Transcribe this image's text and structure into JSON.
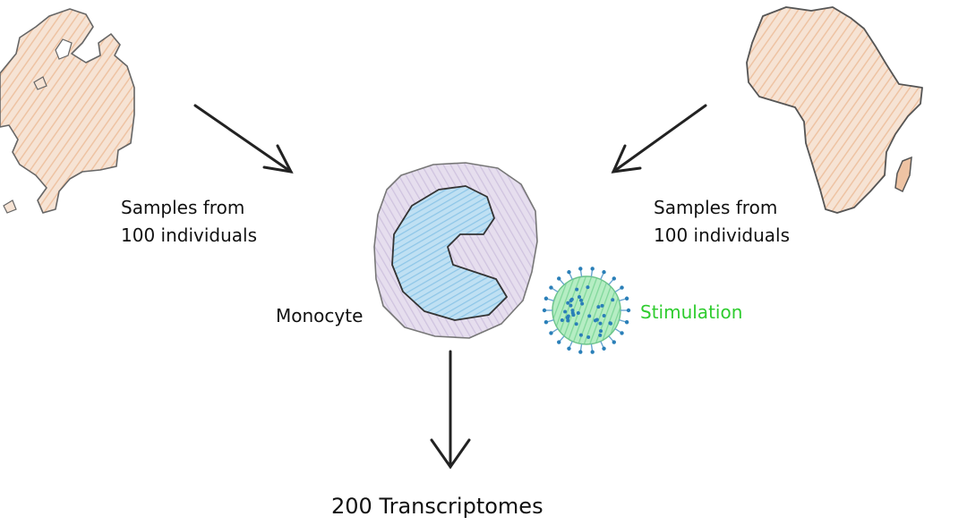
{
  "left_source": {
    "icon": "europe-map-icon",
    "caption_line1": "Samples from",
    "caption_line2": "100 individuals"
  },
  "right_source": {
    "icon": "africa-map-icon",
    "caption_line1": "Samples from",
    "caption_line2": "100 individuals"
  },
  "cell": {
    "icon": "monocyte-icon",
    "label": "Monocyte"
  },
  "stimulus": {
    "icon": "virus-icon",
    "label": "Stimulation"
  },
  "result": {
    "label": "200 Transcriptomes"
  },
  "colors": {
    "stimulation_text": "#2ecc2e",
    "map_fill": "#f3d9c4",
    "cell_membrane": "#d9d0e6",
    "cell_nucleus": "#a9d4ee",
    "virus_body": "#8fe0a6",
    "virus_dots": "#2a7fb8",
    "arrow": "#222222"
  }
}
